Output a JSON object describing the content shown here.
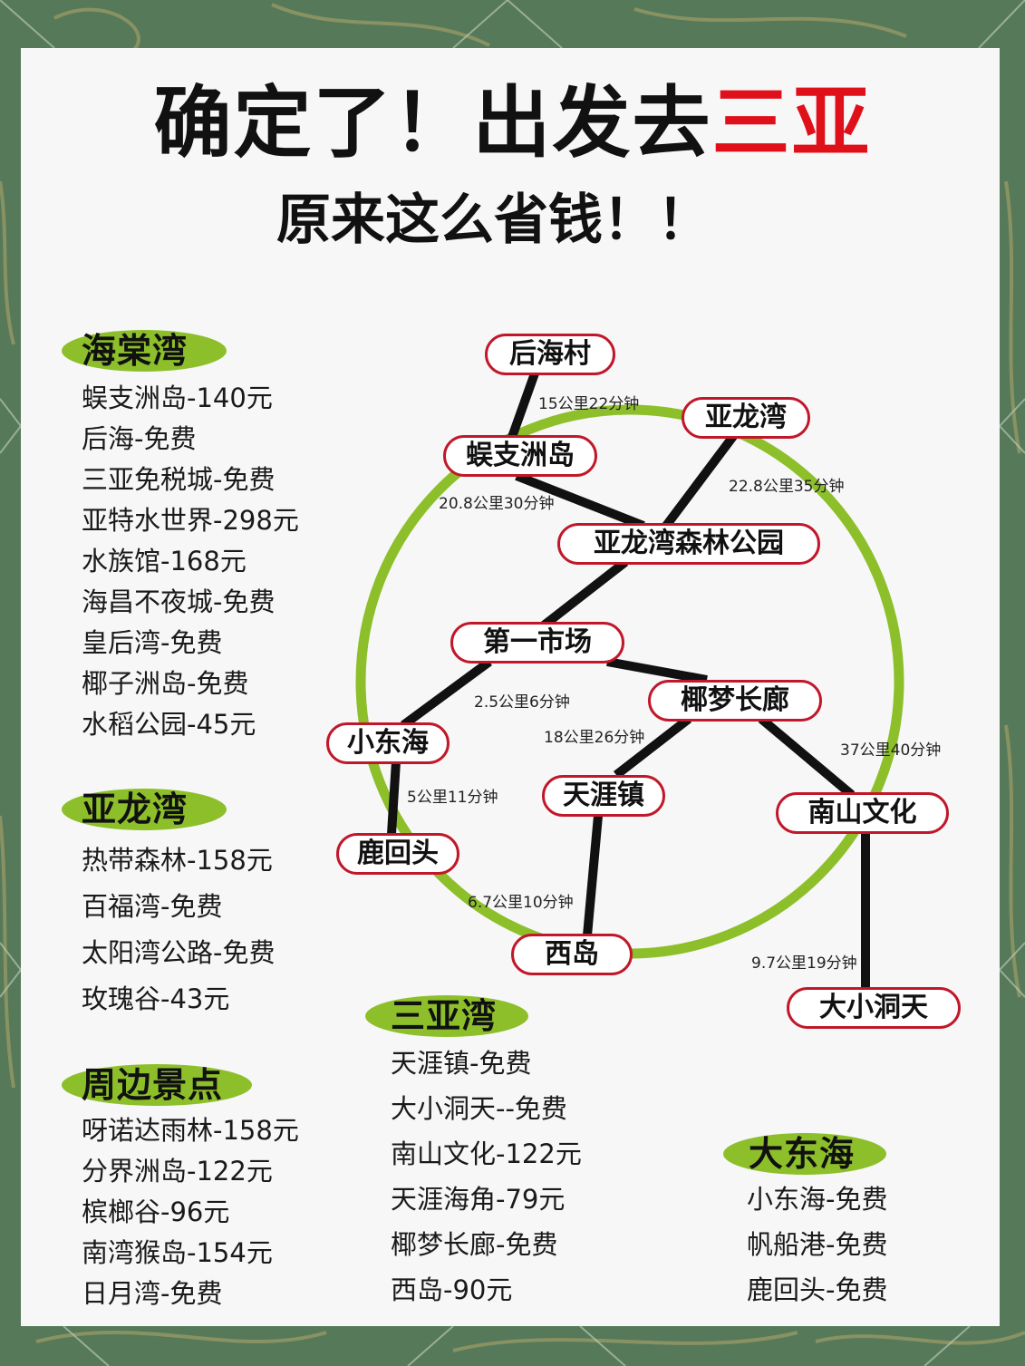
{
  "colors": {
    "background": "#56795a",
    "card": "#f7f7f7",
    "title_accent": "#e0101a",
    "section_pill": "#8dbf2a",
    "ring_line": "#8dbf2a",
    "route_line": "#111111",
    "node_border": "#c0182a"
  },
  "header": {
    "title_main": "确定了！出发去",
    "title_accent": "三亚",
    "subtitle": "原来这么省钱！！"
  },
  "sections": [
    {
      "name": "海棠湾",
      "items": [
        "蜈支洲岛-140元",
        "后海-免费",
        "三亚免税城-免费",
        "亚特水世界-298元",
        "水族馆-168元",
        "海昌不夜城-免费",
        "皇后湾-免费",
        "椰子洲岛-免费",
        "水稻公园-45元"
      ]
    },
    {
      "name": "亚龙湾",
      "items": [
        "热带森林-158元",
        "百福湾-免费",
        "太阳湾公路-免费",
        "玫瑰谷-43元"
      ]
    },
    {
      "name": "周边景点",
      "items": [
        "呀诺达雨林-158元",
        "分界洲岛-122元",
        "槟榔谷-96元",
        "南湾猴岛-154元",
        "日月湾-免费"
      ]
    },
    {
      "name": "三亚湾",
      "items": [
        "天涯镇-免费",
        "大小洞天--免费",
        "南山文化-122元",
        "天涯海角-79元",
        "椰梦长廊-免费",
        "西岛-90元"
      ]
    },
    {
      "name": "大东海",
      "items": [
        "小东海-免费",
        "帆船港-免费",
        "鹿回头-免费"
      ]
    }
  ],
  "map": {
    "nodes": [
      {
        "id": "houhaicun",
        "label": "后海村"
      },
      {
        "id": "wuzhizhou",
        "label": "蜈支洲岛"
      },
      {
        "id": "yalongwan",
        "label": "亚龙湾"
      },
      {
        "id": "yalongwan_forest",
        "label": "亚龙湾森林公园"
      },
      {
        "id": "diyi_shichang",
        "label": "第一市场"
      },
      {
        "id": "yemeng",
        "label": "椰梦长廊"
      },
      {
        "id": "xiaodonghai",
        "label": "小东海"
      },
      {
        "id": "tianya",
        "label": "天涯镇"
      },
      {
        "id": "nanshan",
        "label": "南山文化"
      },
      {
        "id": "luhuitou",
        "label": "鹿回头"
      },
      {
        "id": "xidao",
        "label": "西岛"
      },
      {
        "id": "daxiao",
        "label": "大小洞天"
      }
    ],
    "distances": [
      {
        "from": "后海村",
        "to": "蜈支洲岛",
        "label": "15公里22分钟"
      },
      {
        "from": "蜈支洲岛",
        "to": "亚龙湾森林公园",
        "label": "20.8公里30分钟"
      },
      {
        "from": "亚龙湾",
        "to": "亚龙湾森林公园",
        "label": "22.8公里35分钟"
      },
      {
        "from": "第一市场",
        "to": "小东海",
        "label": "2.5公里6分钟"
      },
      {
        "from": "椰梦长廊",
        "to": "天涯镇",
        "label": "18公里26分钟"
      },
      {
        "from": "椰梦长廊",
        "to": "南山文化",
        "label": "37公里40分钟"
      },
      {
        "from": "小东海",
        "to": "鹿回头",
        "label": "5公里11分钟"
      },
      {
        "from": "天涯镇",
        "to": "西岛",
        "label": "6.7公里10分钟"
      },
      {
        "from": "南山文化",
        "to": "大小洞天",
        "label": "9.7公里19分钟"
      }
    ]
  }
}
